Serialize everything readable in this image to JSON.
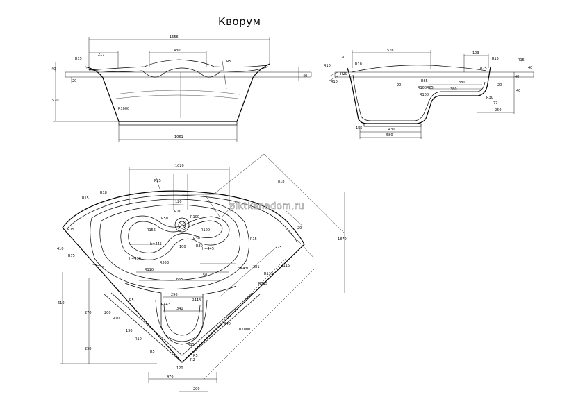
{
  "title": "Кворум",
  "watermark": "piktkanadom.ru",
  "side_view": {
    "labels": [
      "1556",
      "217",
      "430",
      "R15",
      "40",
      "570",
      "20",
      "R1000",
      "40",
      "1061",
      "R5"
    ]
  },
  "end_view": {
    "labels": [
      "576",
      "20",
      "R10",
      "R10",
      "R10",
      "103",
      "R15",
      "R15",
      "40",
      "40",
      "R25",
      "R20",
      "20",
      "R65",
      "380",
      "380",
      "R100",
      "R65",
      "R100",
      "20",
      "R30",
      "77",
      "250",
      "40",
      "155",
      "430",
      "580"
    ]
  },
  "plan_view": {
    "labels": [
      "1020",
      "R18",
      "R15",
      "R75",
      "R75",
      "R115",
      "R115",
      "R25",
      "R50",
      "R100",
      "R100",
      "R20",
      "R155",
      "h=445",
      "h=430",
      "h=445",
      "h=430",
      "120",
      "100",
      "R30",
      "R30",
      "R553",
      "R110",
      "665",
      "50",
      "410",
      "818",
      "1870",
      "R115",
      "R15",
      "381",
      "20",
      "225",
      "296",
      "R443",
      "R443",
      "341",
      "R5",
      "R40",
      "R5",
      "R5",
      "610",
      "270",
      "200",
      "R10",
      "130",
      "250",
      "R10",
      "R15",
      "R1000",
      "470",
      "120",
      "200",
      "R2"
    ]
  }
}
